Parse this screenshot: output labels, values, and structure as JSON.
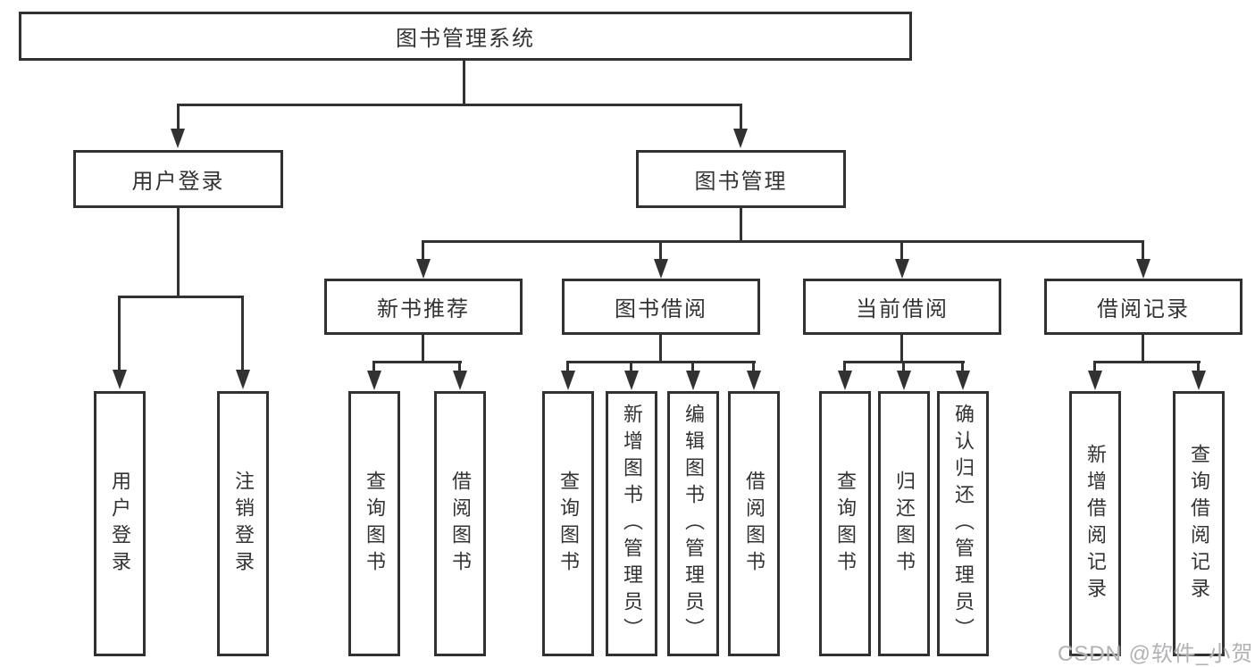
{
  "tree": {
    "root": "图书管理系统",
    "children": [
      {
        "label": "用户登录",
        "children": [
          {
            "label": "用户登录"
          },
          {
            "label": "注销登录"
          }
        ]
      },
      {
        "label": "图书管理",
        "children": [
          {
            "label": "新书推荐",
            "children": [
              {
                "label": "查询图书"
              },
              {
                "label": "借阅图书"
              }
            ]
          },
          {
            "label": "图书借阅",
            "children": [
              {
                "label": "查询图书"
              },
              {
                "label": "新增图书（管理员）"
              },
              {
                "label": "编辑图书（管理员）"
              },
              {
                "label": "借阅图书"
              }
            ]
          },
          {
            "label": "当前借阅",
            "children": [
              {
                "label": "查询图书"
              },
              {
                "label": "归还图书"
              },
              {
                "label": "确认归还（管理员）"
              }
            ]
          },
          {
            "label": "借阅记录",
            "children": [
              {
                "label": "新增借阅记录"
              },
              {
                "label": "查询借阅记录"
              }
            ]
          }
        ]
      }
    ]
  },
  "watermark": {
    "text": "CSDN @软件_小贺同学"
  },
  "colors": {
    "line": "#323232",
    "text": "#333333",
    "background": "#ffffff",
    "watermark": "#b2b2b6"
  }
}
